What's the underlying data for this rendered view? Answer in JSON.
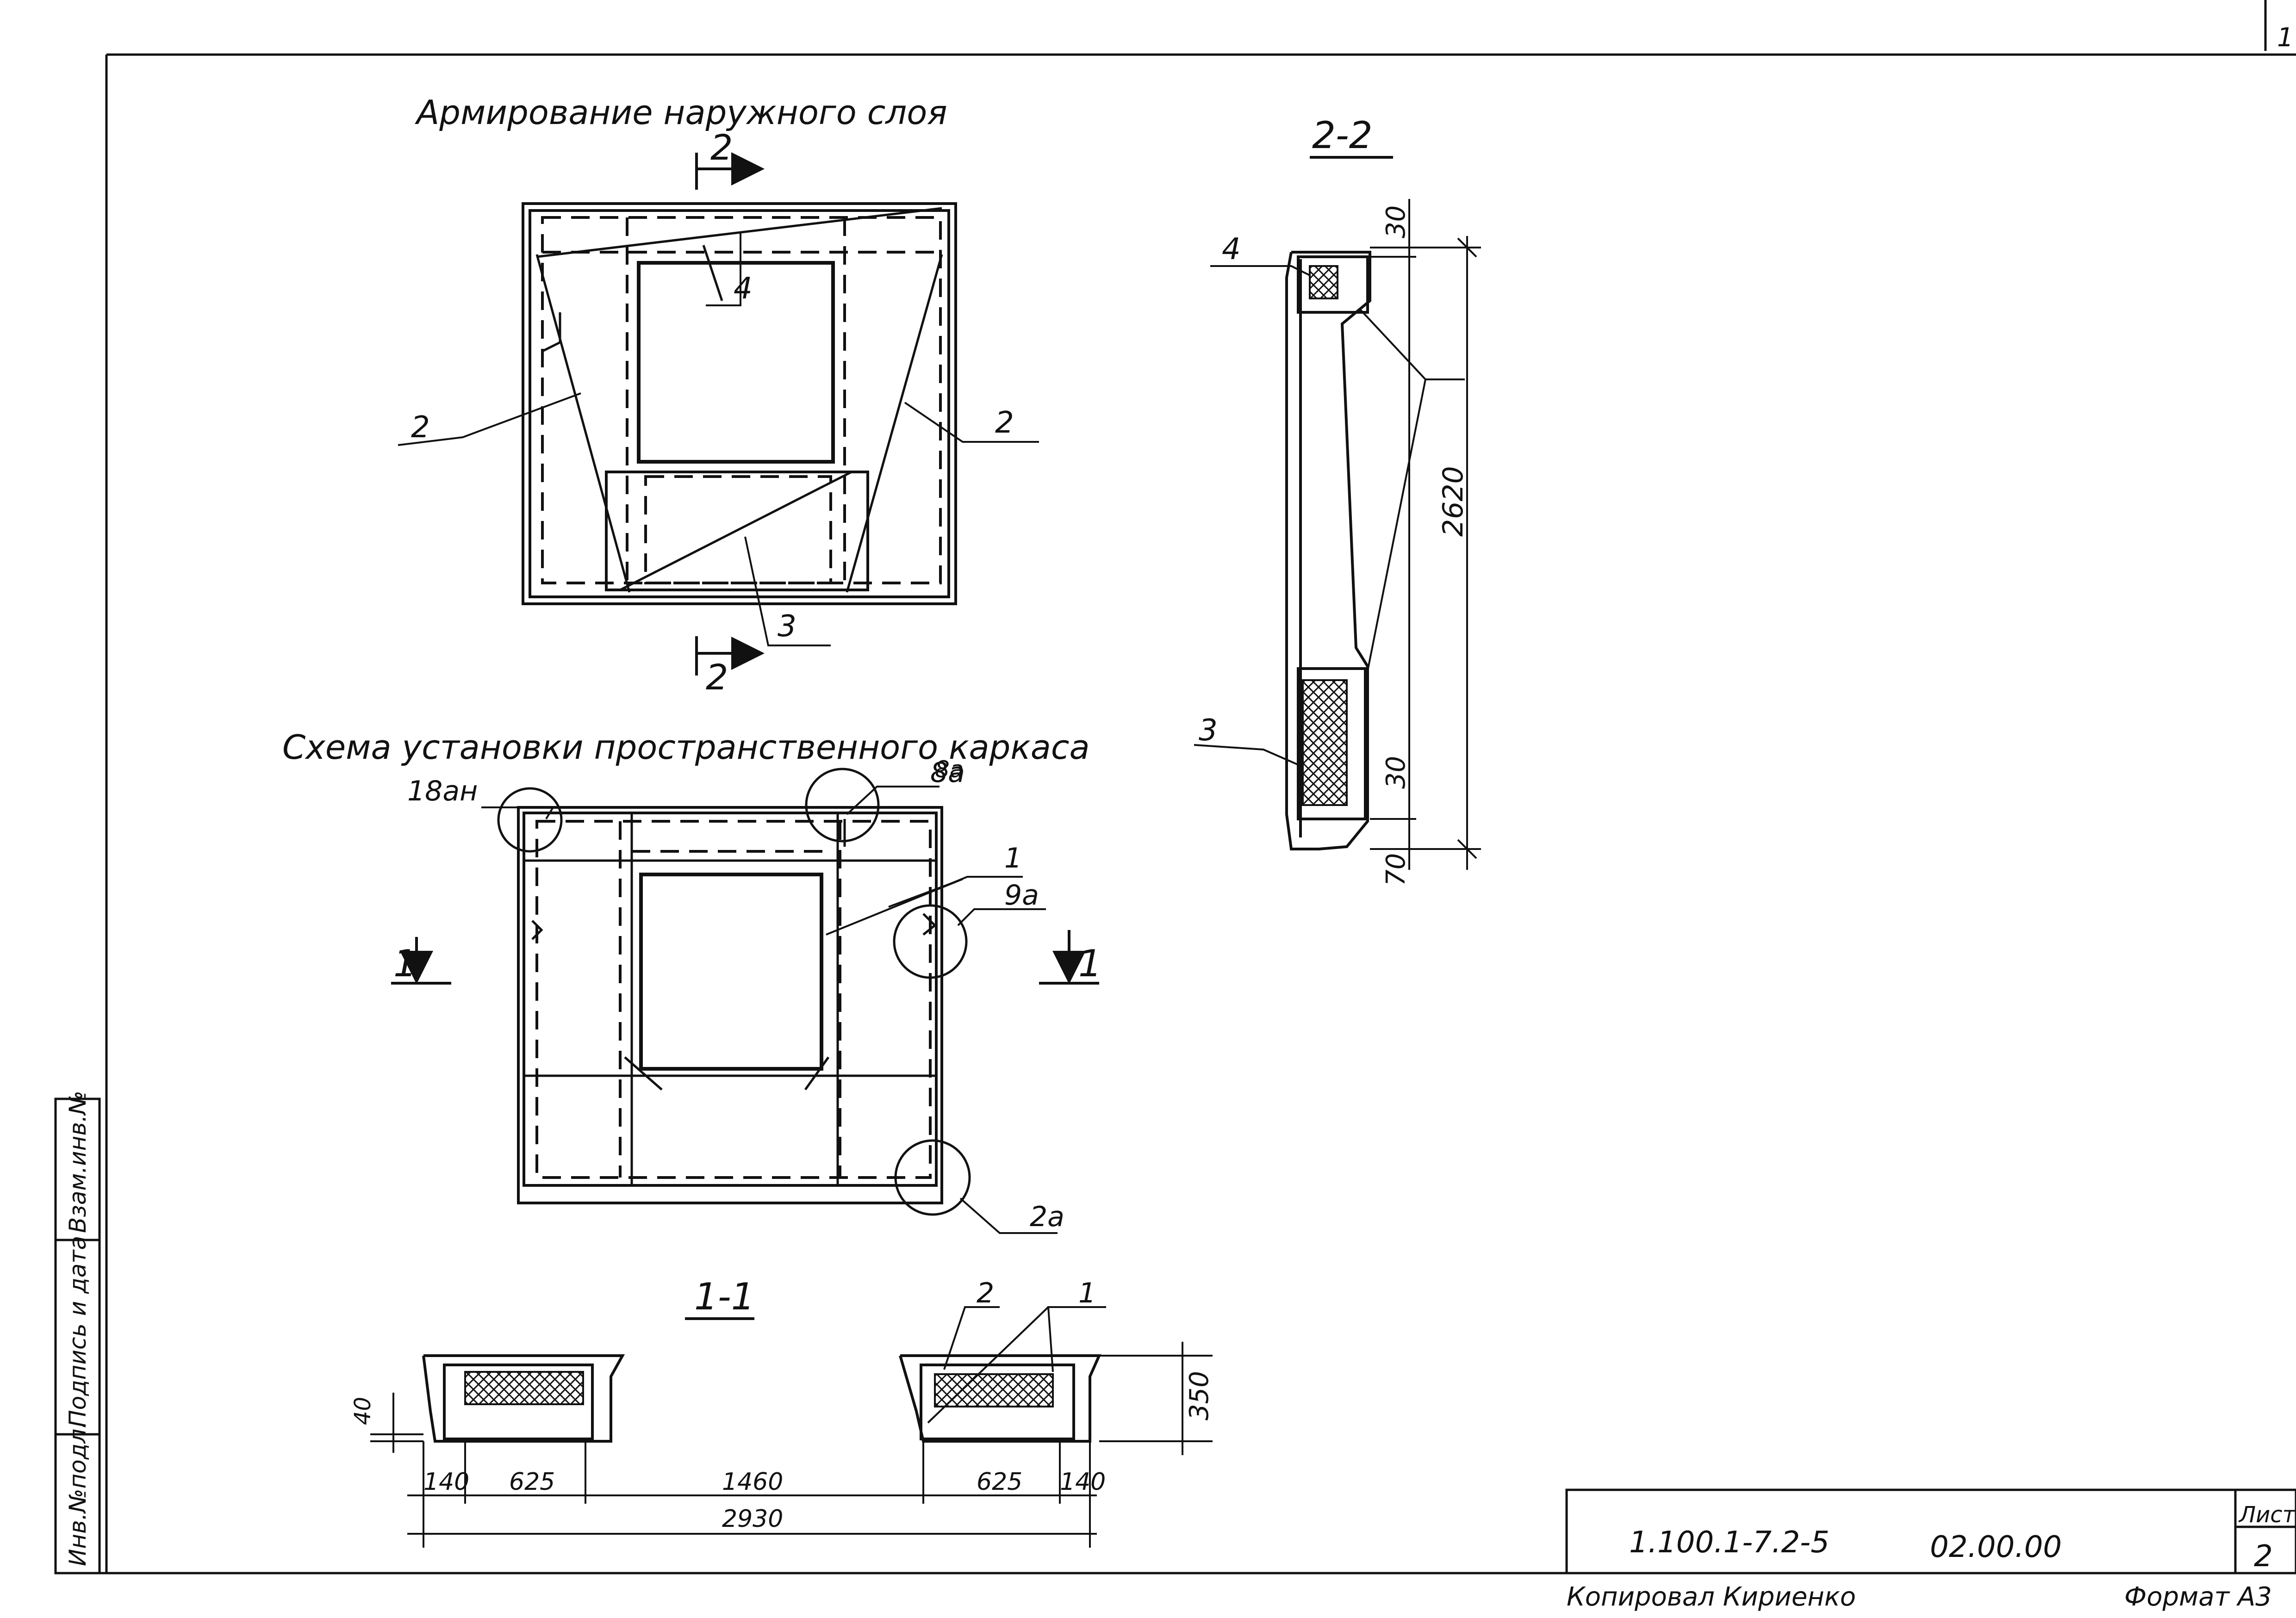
{
  "top_view": {
    "title": "Армирование наружного слоя",
    "section_mark_top": "2",
    "section_mark_bottom": "2",
    "callouts": {
      "c4": "4",
      "c2_left": "2",
      "c2_right": "2",
      "c3": "3"
    }
  },
  "scheme_view": {
    "title": "Схема установки пространственного каркаса",
    "subscript": "8а",
    "callouts": {
      "c18an": "18ан",
      "c8a": "8а",
      "c1": "1",
      "c9a": "9а",
      "c2a": "2а"
    },
    "section_mark_left": "1",
    "section_mark_right": "1"
  },
  "section_2_2": {
    "title": "2-2",
    "callouts": {
      "c4": "4",
      "c3": "3"
    },
    "dims": {
      "top": "30",
      "height": "2620",
      "bottom_inner": "30",
      "bottom": "70"
    }
  },
  "section_1_1": {
    "title": "1-1",
    "callouts": {
      "c2": "2",
      "c1": "1"
    },
    "dims": {
      "d140_left": "140",
      "d625_left": "625",
      "d1460": "1460",
      "d625_right": "625",
      "d140_right": "140",
      "total": "2930",
      "height": "350",
      "lip": "40"
    }
  },
  "side_stamp": {
    "inv_podl": "Инв.№подл.",
    "signature_date": "Подпись и дата",
    "vzam_inv": "Взам.инв.№"
  },
  "title_block": {
    "code": "1.100.1-7.2-5",
    "number": "02.00.00",
    "sheet_label": "Лист",
    "sheet_number": "2",
    "copied": "Копировал  Кириенко",
    "format": "Формат А3",
    "corner_mark": "1"
  },
  "colors": {
    "ink": "#111111",
    "paper": "#ffffff"
  }
}
